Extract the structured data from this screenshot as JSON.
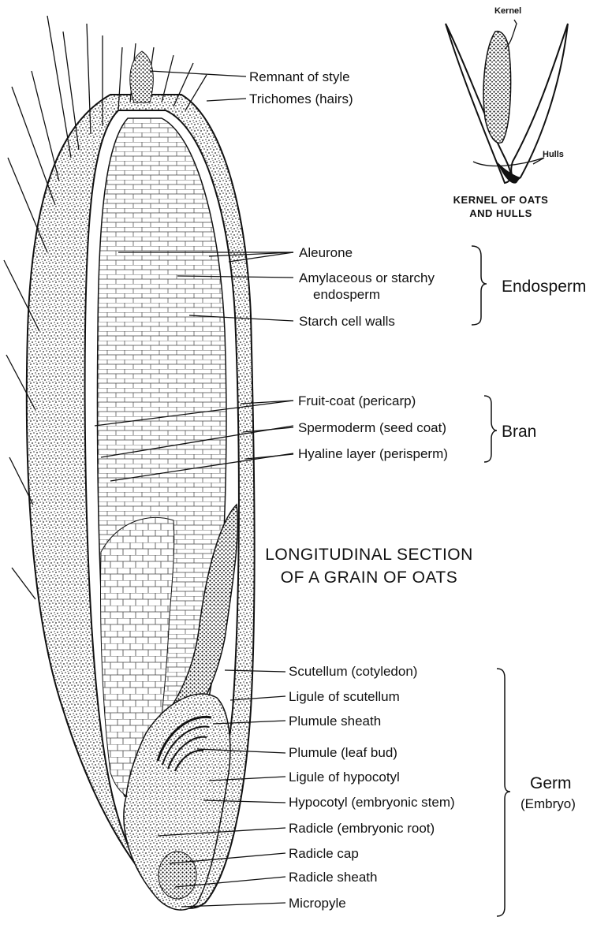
{
  "labels": {
    "remnant_of_style": "Remnant of style",
    "trichomes": "Trichomes (hairs)",
    "aleurone": "Aleurone",
    "amylaceous_1": "Amylaceous or starchy",
    "amylaceous_2": "endosperm",
    "starch_cell_walls": "Starch cell walls",
    "fruit_coat": "Fruit-coat (pericarp)",
    "spermoderm": "Spermoderm (seed coat)",
    "hyaline_layer": "Hyaline layer (perisperm)",
    "scutellum": "Scutellum (cotyledon)",
    "ligule_scutellum": "Ligule of scutellum",
    "plumule_sheath": "Plumule sheath",
    "plumule": "Plumule (leaf bud)",
    "ligule_hypocotyl": "Ligule of hypocotyl",
    "hypocotyl": "Hypocotyl (embryonic stem)",
    "radicle": "Radicle (embryonic root)",
    "radicle_cap": "Radicle cap",
    "radicle_sheath": "Radicle sheath",
    "micropyle": "Micropyle"
  },
  "groups": {
    "endosperm": "Endosperm",
    "bran": "Bran",
    "germ": "Germ",
    "embryo": "(Embryo)"
  },
  "caption": {
    "line1": "LONGITUDINAL SECTION",
    "line2": "OF A GRAIN OF OATS"
  },
  "inset": {
    "kernel": "Kernel",
    "hulls": "Hulls",
    "caption_line1": "KERNEL OF OATS",
    "caption_line2": "AND HULLS"
  }
}
